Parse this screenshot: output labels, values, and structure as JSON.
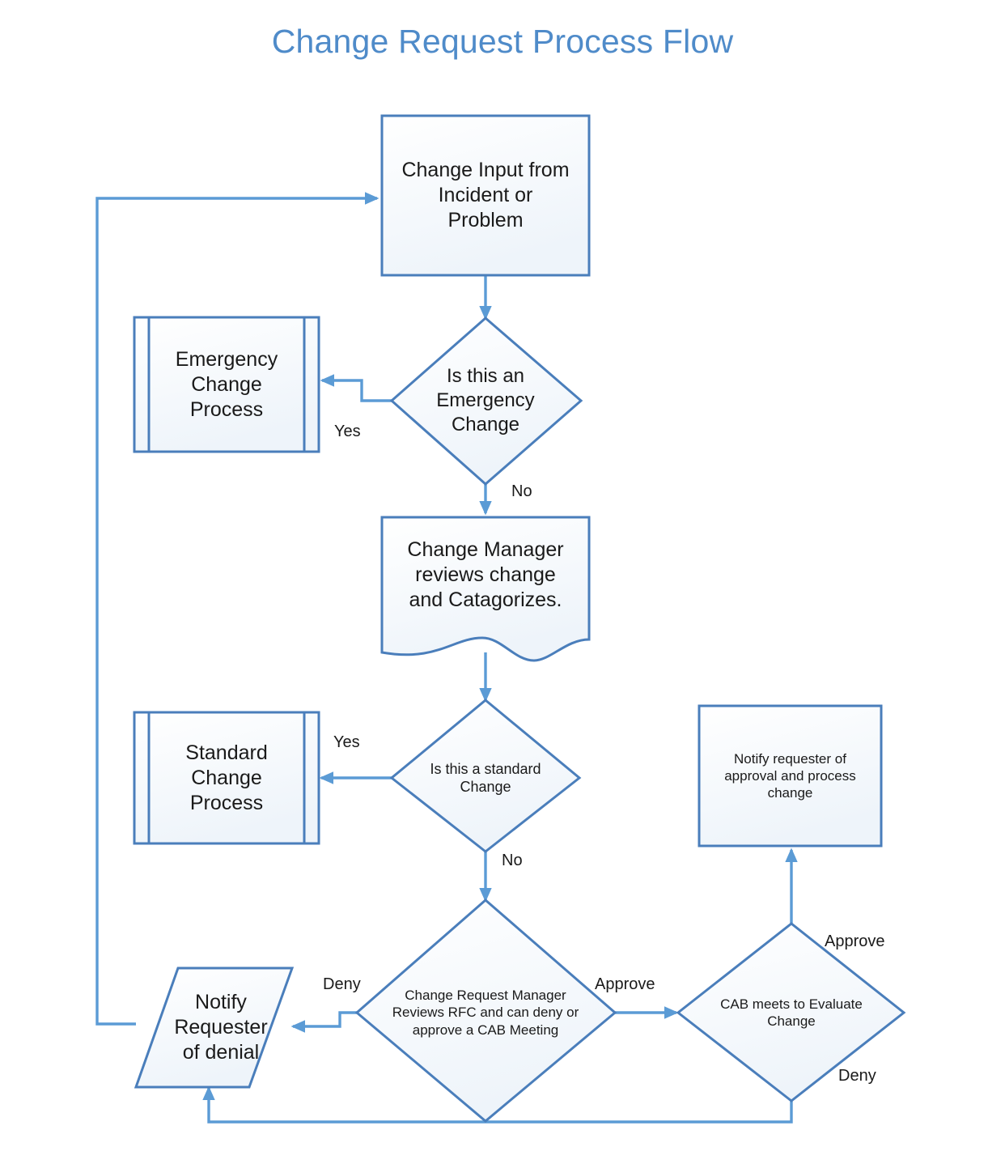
{
  "page": {
    "title": "Change Request Process Flow",
    "title_color": "#4f8bc9",
    "background": "#ffffff",
    "shape_stroke": "#4a7ebb",
    "shape_fill": "#f7fbfd",
    "connector_color": "#5b9bd5",
    "text_color": "#1a1a1a"
  },
  "nodes": {
    "change_input": {
      "label": "Change Input from\nIncident or\nProblem",
      "shape": "process-rectangle"
    },
    "emergency_decision": {
      "label": "Is this an\nEmergency\nChange",
      "shape": "decision-diamond"
    },
    "emergency_process": {
      "label": "Emergency\nChange\nProcess",
      "shape": "predefined-process"
    },
    "change_manager_review": {
      "label": "Change Manager\nreviews change\nand Catagorizes.",
      "shape": "document"
    },
    "standard_decision": {
      "label": "Is this a standard\nChange",
      "shape": "decision-diamond"
    },
    "standard_process": {
      "label": "Standard\nChange\nProcess",
      "shape": "predefined-process"
    },
    "crm_review_decision": {
      "label": "Change Request Manager\nReviews RFC and can deny or\napprove a CAB Meeting",
      "shape": "decision-diamond"
    },
    "cab_decision": {
      "label": "CAB meets to Evaluate\nChange",
      "shape": "decision-diamond"
    },
    "notify_approval": {
      "label": "Notify requester of\napproval and process\nchange",
      "shape": "process-rectangle"
    },
    "notify_denial": {
      "label": "Notify\nRequester\nof denial",
      "shape": "parallelogram-io"
    }
  },
  "edge_labels": {
    "emergency_yes": "Yes",
    "emergency_no": "No",
    "standard_yes": "Yes",
    "standard_no": "No",
    "crm_deny": "Deny",
    "crm_approve": "Approve",
    "cab_approve": "Approve",
    "cab_deny": "Deny"
  },
  "flow_edges": [
    {
      "from": "change_input",
      "to": "emergency_decision",
      "label": ""
    },
    {
      "from": "emergency_decision",
      "to": "emergency_process",
      "label": "Yes"
    },
    {
      "from": "emergency_decision",
      "to": "change_manager_review",
      "label": "No"
    },
    {
      "from": "change_manager_review",
      "to": "standard_decision",
      "label": ""
    },
    {
      "from": "standard_decision",
      "to": "standard_process",
      "label": "Yes"
    },
    {
      "from": "standard_decision",
      "to": "crm_review_decision",
      "label": "No"
    },
    {
      "from": "crm_review_decision",
      "to": "notify_denial",
      "label": "Deny"
    },
    {
      "from": "crm_review_decision",
      "to": "cab_decision",
      "label": "Approve"
    },
    {
      "from": "cab_decision",
      "to": "notify_approval",
      "label": "Approve"
    },
    {
      "from": "cab_decision",
      "to": "notify_denial",
      "label": "Deny"
    },
    {
      "from": "notify_denial",
      "to": "change_input",
      "label": ""
    }
  ]
}
